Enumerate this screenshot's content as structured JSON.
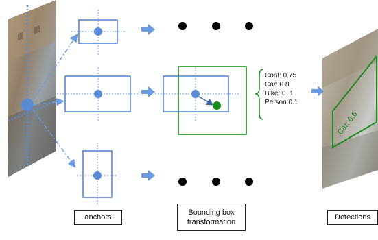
{
  "diagram": {
    "class_scores": [
      {
        "label": "Conf: 0.75"
      },
      {
        "label": "Car: 0.8"
      },
      {
        "label": "Bike: 0..1"
      },
      {
        "label": "Person:0.1"
      }
    ],
    "detection_label": "Car: 0.6",
    "captions": {
      "anchors": "anchors",
      "bbox_line1": "Bounding box",
      "bbox_line2": "transformation",
      "detections": "Detections"
    },
    "colors": {
      "anchor_blue": "#4f7fd0",
      "arrow_blue": "#6a9be0",
      "detect_green": "#1f8a1f",
      "dot_green": "#1a8f1a",
      "dot_black": "#000000"
    }
  }
}
